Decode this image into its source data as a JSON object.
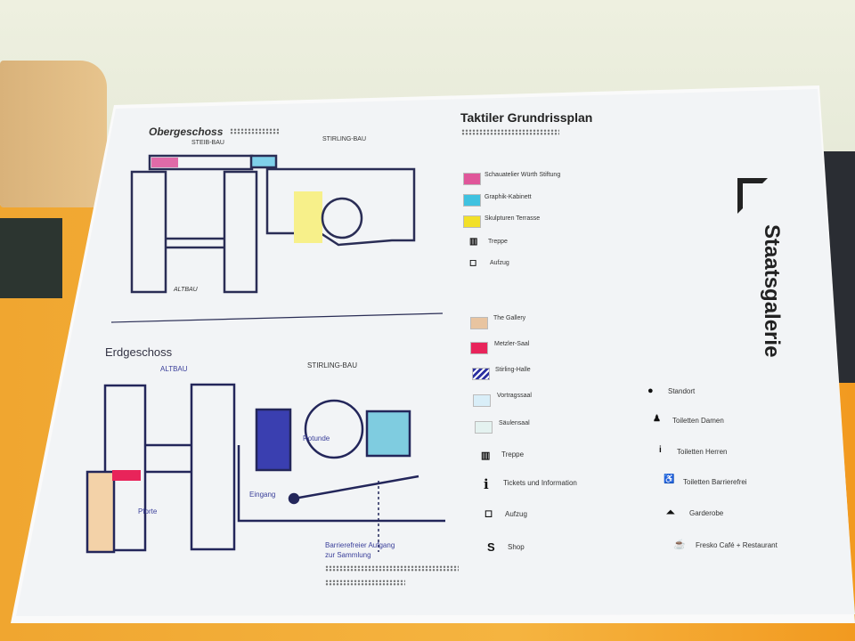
{
  "title": "Taktiler Grundrissplan",
  "brand": "Staatsgalerie",
  "upper": {
    "floor": "Obergeschoss",
    "wing1": "STEIB-BAU",
    "wing2": "STIRLING-BAU",
    "wing3": "ALTBAU"
  },
  "ground": {
    "floor": "Erdgeschoss",
    "wing1": "ALTBAU",
    "wing2": "STIRLING-BAU",
    "rotunde": "Rotunde",
    "eingang": "Eingang",
    "pforte": "Pforte",
    "access1": "Barrierefreier Aufgang",
    "access2": "zur Sammlung"
  },
  "legend_upper": [
    {
      "label": "Schauatelier Würth Stiftung",
      "color": "#e0569a"
    },
    {
      "label": "Graphik-Kabinett",
      "color": "#3fc2e0"
    },
    {
      "label": "Skulpturen Terrasse",
      "color": "#f2e028"
    },
    {
      "label": "Treppe",
      "icon": "stairs-icon"
    },
    {
      "label": "Aufzug",
      "icon": "elevator-icon"
    }
  ],
  "legend_ground": [
    {
      "label": "The Gallery",
      "color": "#e8b48a"
    },
    {
      "label": "Metzler-Saal",
      "color": "#e8245a"
    },
    {
      "label": "Stirling-Halle",
      "color": "#2a2fa0"
    },
    {
      "label": "Vortragssaal",
      "color": "#3aa0d8"
    },
    {
      "label": "Säulensaal",
      "color": "#8fd6d0"
    },
    {
      "label": "Treppe",
      "icon": "stairs-icon"
    },
    {
      "label": "Tickets und Information",
      "icon": "info-icon"
    },
    {
      "label": "Aufzug",
      "icon": "elevator-icon"
    },
    {
      "label": "Shop",
      "icon": "shop-icon"
    }
  ],
  "legend_right": [
    {
      "label": "Standort",
      "icon": "location-dot-icon"
    },
    {
      "label": "Toiletten Damen",
      "icon": "women-toilet-icon"
    },
    {
      "label": "Toiletten Herren",
      "icon": "men-toilet-icon"
    },
    {
      "label": "Toiletten Barrierefrei",
      "icon": "accessible-toilet-icon"
    },
    {
      "label": "Garderobe",
      "icon": "hanger-icon"
    },
    {
      "label": "Fresko Café + Restaurant",
      "icon": "cup-icon"
    }
  ]
}
